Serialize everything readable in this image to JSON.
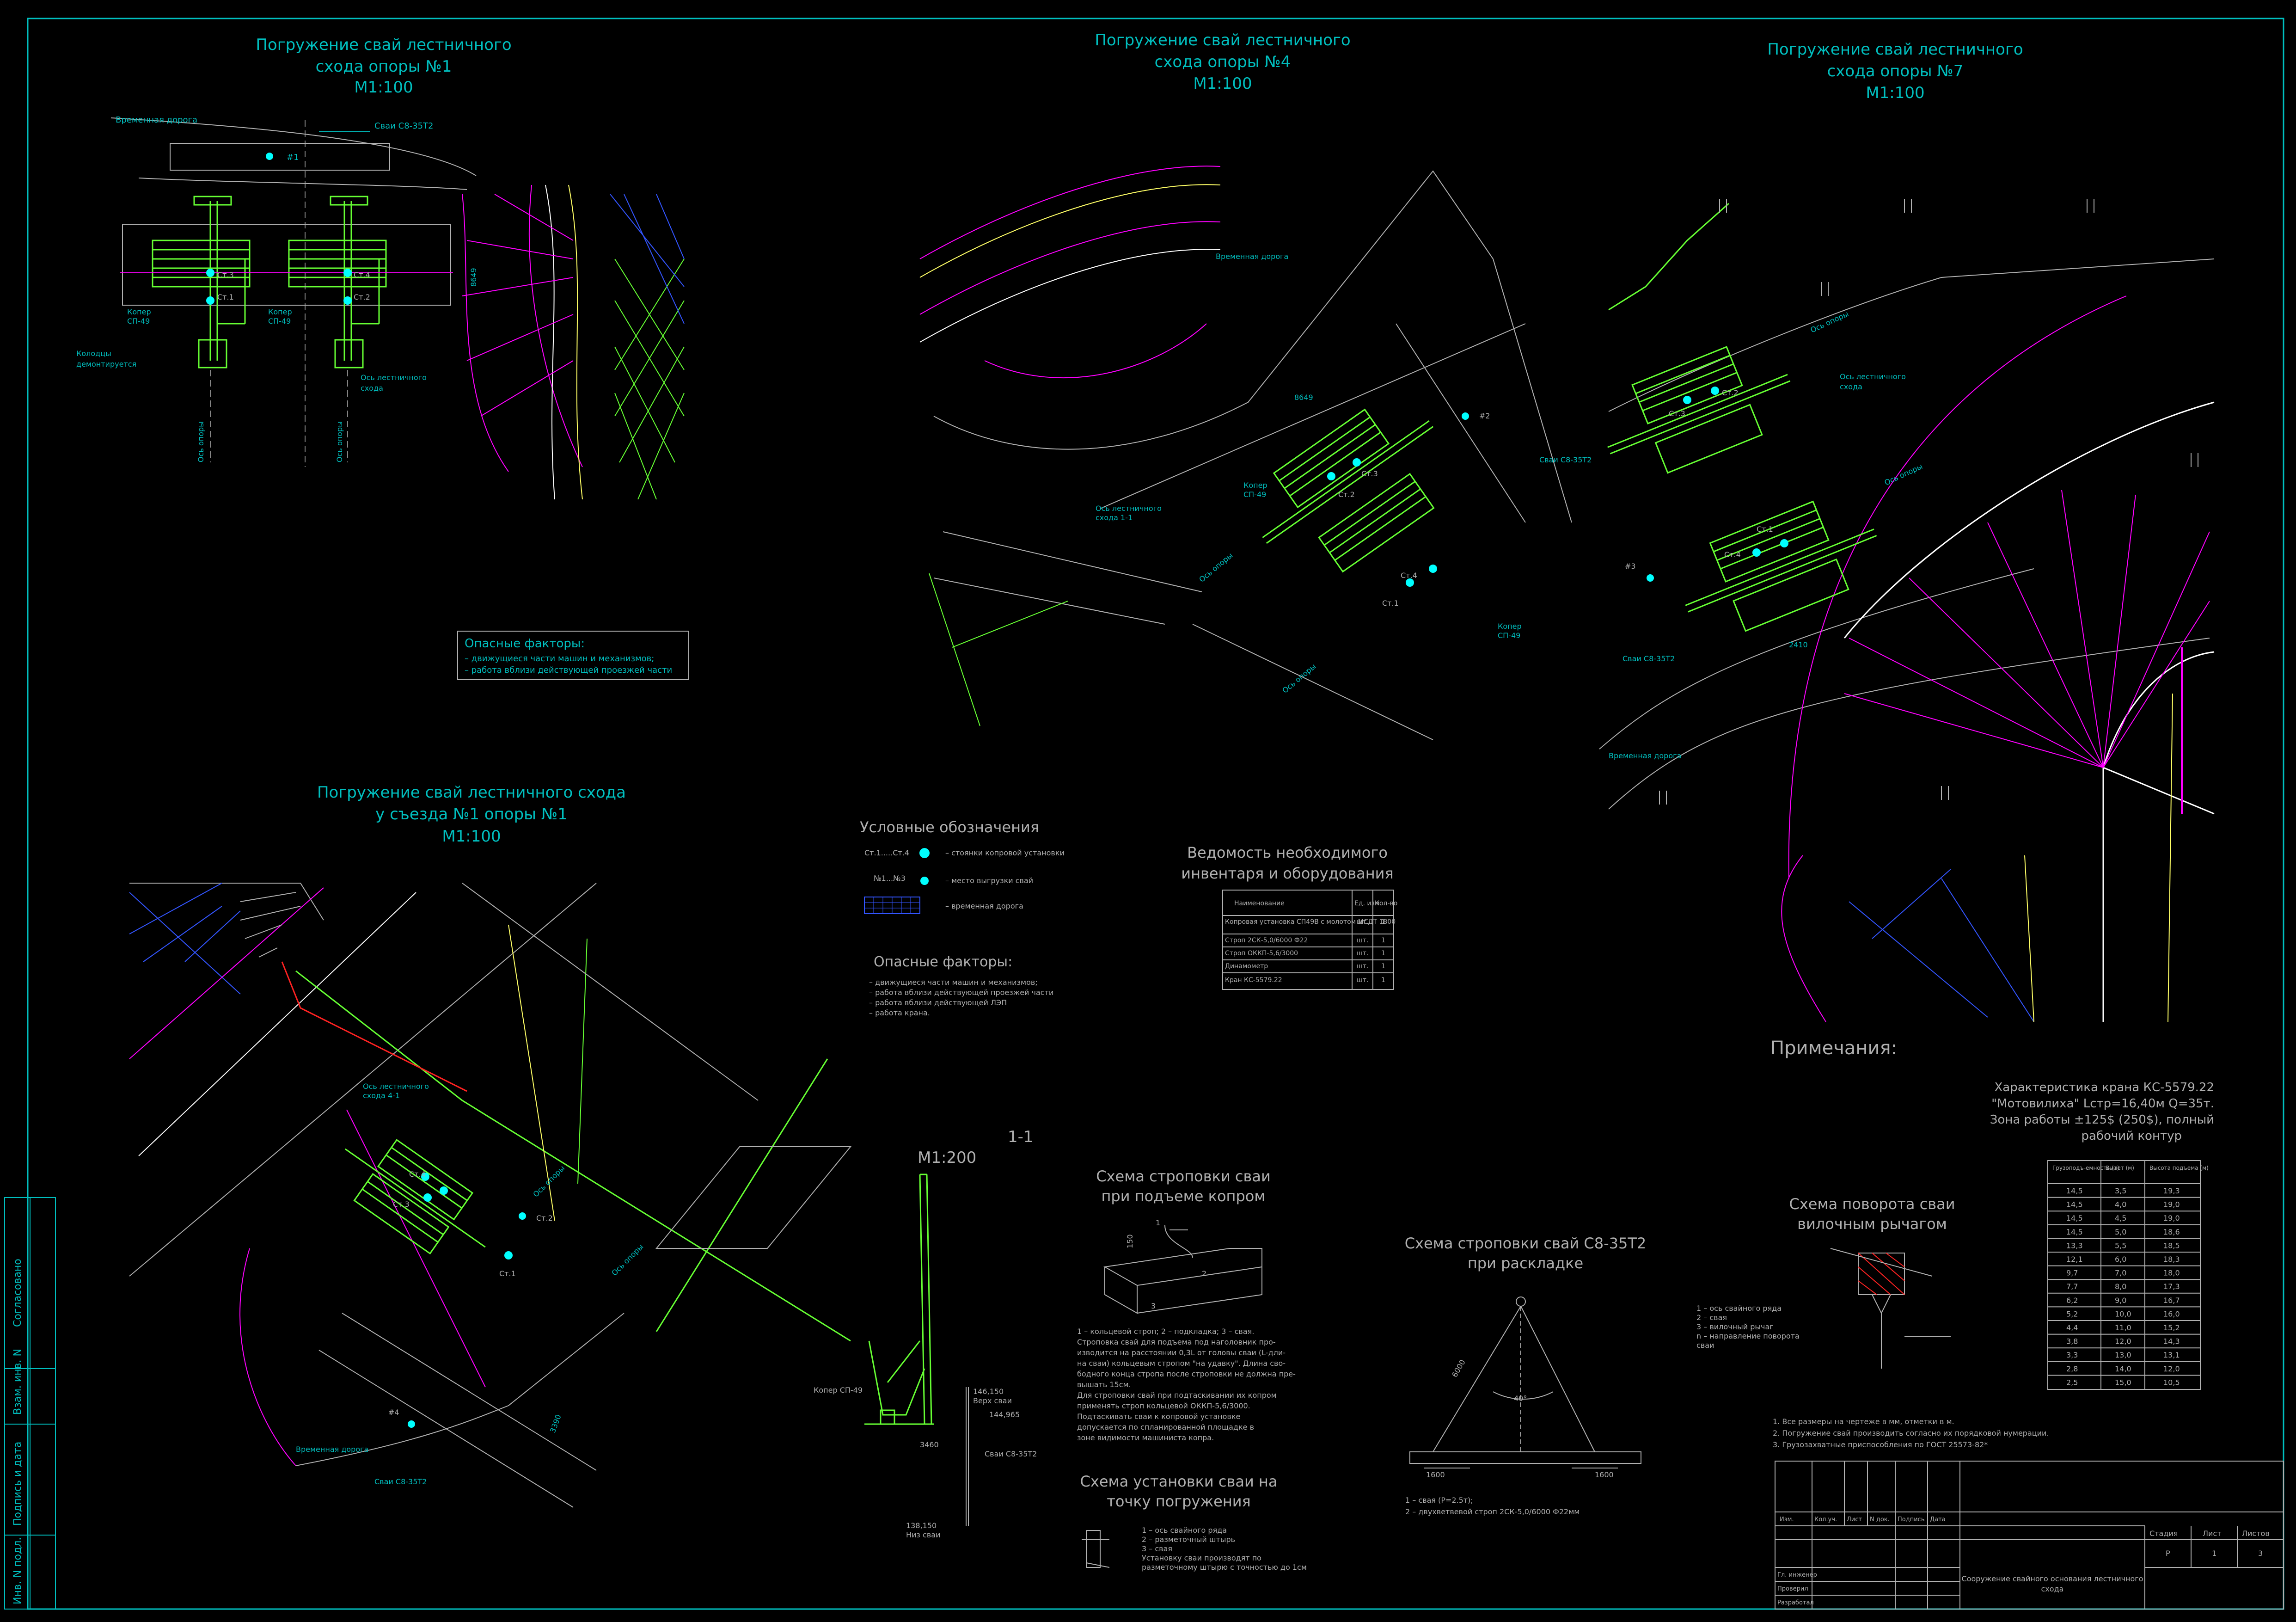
{
  "titles": {
    "view1": [
      "Погружение свай лестничного",
      "схода опоры №1",
      "М1:100"
    ],
    "view4": [
      "Погружение свай лестничного",
      "схода опоры №4",
      "М1:100"
    ],
    "view7": [
      "Погружение свай лестничного",
      "схода опоры №7",
      "М1:100"
    ],
    "view_exit": [
      "Погружение свай лестничного схода",
      "у съезда №1 опоры №1",
      "М1:100"
    ]
  },
  "labels": {
    "temp_road": "Временная дорога",
    "piles": "Сваи С8-35Т2",
    "rig": [
      "Копер",
      "СП-49"
    ],
    "wells": [
      "Колодцы",
      "демонтируется"
    ],
    "stair_axis": [
      "Ось лестничного",
      "схода"
    ],
    "stair_axis_4_1": [
      "Ось лестничного",
      "схода 4-1"
    ],
    "stair_axis_1_1": [
      "Ось лестничного",
      "схода 1-1"
    ],
    "support_axis": "Ось опоры",
    "st": [
      "Ст.1",
      "Ст.2",
      "Ст.3",
      "Ст.4"
    ],
    "marks": [
      "#1",
      "#2",
      "#3",
      "#4"
    ],
    "dims": [
      "8649",
      "2410",
      "3390",
      "1600",
      "1600",
      "3460",
      "6000",
      "40°"
    ],
    "section": "1-1",
    "section_scale": "М1:200",
    "elev_top": [
      "146,150",
      "Верх сваи"
    ],
    "elev_2": "144,965",
    "elev_bottom": [
      "138,150",
      "Низ сваи"
    ],
    "kopersp": "Копер СП-49",
    "pile_section": "Сваи С8-35Т2"
  },
  "hazards_box": {
    "title": "Опасные факторы:",
    "items": [
      "– движущиеся части машин и механизмов;",
      "– работа вблизи действующей проезжей части"
    ]
  },
  "legend": {
    "title": "Условные обозначения",
    "rows": [
      {
        "symbol": "Ст.1.....Ст.4",
        "text": "– стоянки копровой установки"
      },
      {
        "symbol": "№1...№3",
        "text": "– место выгрузки свай"
      },
      {
        "symbol": "",
        "text": "– временная дорога"
      }
    ]
  },
  "hazards2": {
    "title": "Опасные факторы:",
    "items": [
      "– движущиеся части машин и механизмов;",
      "– работа вблизи действующей проезжей части",
      "– работа вблизи действующей ЛЭП",
      "– работа крана."
    ]
  },
  "inventory": {
    "title": [
      "Ведомость необходимого",
      "инвентаря и оборудования"
    ],
    "headers": [
      "Наименование",
      "Ед. изм.",
      "Кол-во"
    ],
    "rows": [
      [
        "Копровая установка СП49В с молотом МСДТ 1800",
        "шт.",
        "1"
      ],
      [
        "Строп 2СК-5,0/6000 Ф22",
        "шт.",
        "1"
      ],
      [
        "Строп ОККП-5,6/3000",
        "шт.",
        "1"
      ],
      [
        "Динамометр",
        "шт.",
        "1"
      ],
      [
        "Кран КС-5579.22",
        "шт.",
        "1"
      ]
    ]
  },
  "sling_lift": {
    "title": [
      "Схема строповки сваи",
      "при подъеме копром"
    ],
    "numbers": [
      "1",
      "2",
      "3"
    ],
    "dim": "150",
    "notes": [
      "1 – кольцевой строп; 2 – подкладка; 3 – свая.",
      "   Строповка свай для подъема под наголовник про-",
      "изводится на расстоянии 0,3L от головы сваи (L-дли-",
      "на сваи) кольцевым стропом \"на удавку\". Длина сво-",
      "бодного конца стропа после строповки не должна пре-",
      "вышать 15см.",
      "   Для строповки свай при подтаскивании их копром",
      "применять строп кольцевой ОККП-5,6/3000.",
      "   Подтаскивать сваи к копровой установке",
      "допускается по спланированной площадке в",
      "зоне видимости машиниста копра."
    ]
  },
  "install": {
    "title": [
      "Схема установки сваи на",
      "точку погружения"
    ],
    "notes": [
      "1 – ось свайного ряда",
      "2 – разметочный штырь",
      "3 – свая",
      "Установку сваи производят по",
      "разметочному штырю с точностью до 1см"
    ]
  },
  "sling_lay": {
    "title": [
      "Схема строповки свай С8-35Т2",
      "при раскладке"
    ],
    "notes": [
      "1 – свая (Р=2.5т);",
      "2 – двухветвевой строп 2СК-5,0/6000 Ф22мм"
    ]
  },
  "rotate": {
    "title": [
      "Схема поворота сваи",
      "вилочным рычагом"
    ],
    "notes": [
      "1 – ось свайного ряда",
      "2 – свая",
      "3 – вилочный рычаг",
      "n – направление поворота",
      "     сваи"
    ]
  },
  "crane": {
    "text": [
      "Характеристика крана КС-5579.22",
      "\"Мотовилиха\" Lстр=16,40м Q=35т.",
      "Зона работы ±125$ (250$), полный",
      "рабочий контур"
    ],
    "headers": [
      "Грузоподъ-емность (т)",
      "Вылет (м)",
      "Высота подъема (м)"
    ],
    "rows": [
      [
        "14,5",
        "3,5",
        "19,3"
      ],
      [
        "14,5",
        "4,0",
        "19,0"
      ],
      [
        "14,5",
        "4,5",
        "19,0"
      ],
      [
        "14,5",
        "5,0",
        "18,6"
      ],
      [
        "13,3",
        "5,5",
        "18,5"
      ],
      [
        "12,1",
        "6,0",
        "18,3"
      ],
      [
        "9,7",
        "7,0",
        "18,0"
      ],
      [
        "7,7",
        "8,0",
        "17,3"
      ],
      [
        "6,2",
        "9,0",
        "16,7"
      ],
      [
        "5,2",
        "10,0",
        "16,0"
      ],
      [
        "4,4",
        "11,0",
        "15,2"
      ],
      [
        "3,8",
        "12,0",
        "14,3"
      ],
      [
        "3,3",
        "13,0",
        "13,1"
      ],
      [
        "2,8",
        "14,0",
        "12,0"
      ],
      [
        "2,5",
        "15,0",
        "10,5"
      ]
    ]
  },
  "notes": {
    "title": "Примечания:",
    "items": [
      "1. Все размеры на чертеже в мм, отметки в м.",
      "2. Погружение свай производить согласно их порядковой нумерации.",
      "3. Грузозахватные приспособления по ГОСТ 25573-82*"
    ]
  },
  "stamp": {
    "header": [
      "Изм.",
      "Кол.уч.",
      "Лист",
      "N док.",
      "Подпись",
      "Дата"
    ],
    "roles": [
      "Гл. инженер",
      "Проверил",
      "Разработал"
    ],
    "stage_headers": [
      "Стадия",
      "Лист",
      "Листов"
    ],
    "stage_values": [
      "Р",
      "1",
      "3"
    ],
    "description": [
      "Сооружение свайного основания лестничного",
      "схода"
    ]
  },
  "side_stamp": [
    "Согласовано",
    "Взам. инв. N",
    "Подпись и дата",
    "Инв. N подл."
  ],
  "colors": {
    "background": "#000000",
    "frame": "#00bfbf",
    "text": "#00bfbf",
    "green": "#66ff33",
    "magenta": "#ff00ff",
    "white": "#ffffff",
    "blue": "#3355ff",
    "yellow": "#ffff66",
    "red": "#ff2222",
    "cyan_dot": "#00ffff",
    "grey": "#b0b0b0"
  }
}
